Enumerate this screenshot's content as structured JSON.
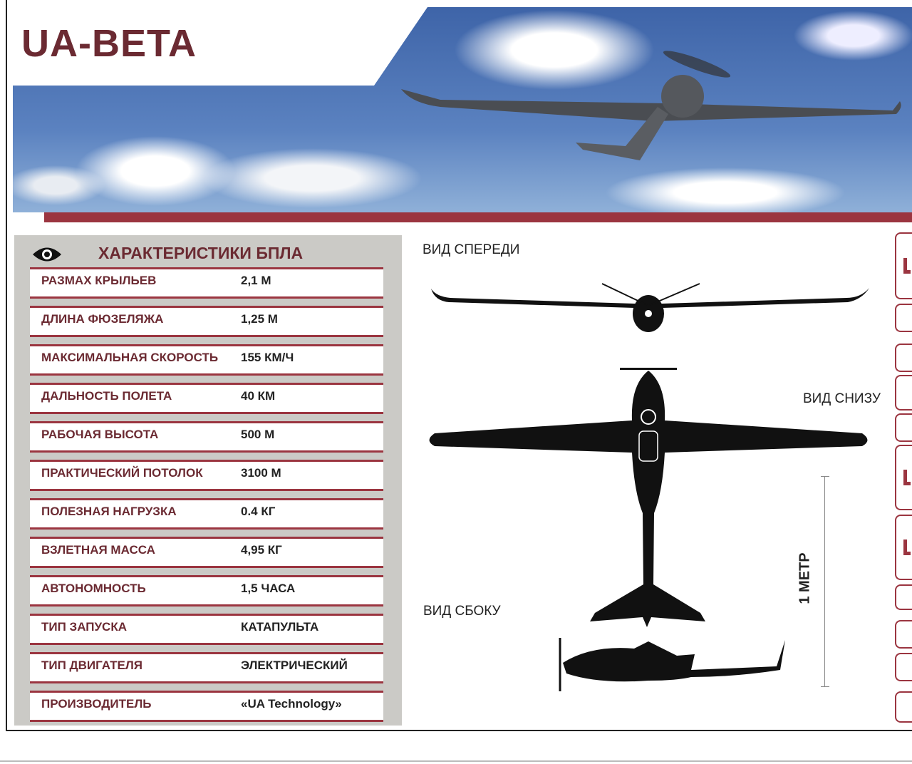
{
  "title": "UA-BETA",
  "specs": {
    "header": "ХАРАКТЕРИСТИКИ БПЛА",
    "rows": [
      {
        "k": "РАЗМАХ КРЫЛЬЕВ",
        "v": "2,1 М"
      },
      {
        "k": "ДЛИНА ФЮЗЕЛЯЖА",
        "v": "1,25 М"
      },
      {
        "k": "МАКСИМАЛЬНАЯ СКОРОСТЬ",
        "v": "155 КМ/Ч"
      },
      {
        "k": "ДАЛЬНОСТЬ ПОЛЕТА",
        "v": "40 КМ"
      },
      {
        "k": "РАБОЧАЯ ВЫСОТА",
        "v": "500 М"
      },
      {
        "k": "ПРАКТИЧЕСКИЙ ПОТОЛОК",
        "v": "3100 М"
      },
      {
        "k": "ПОЛЕЗНАЯ НАГРУЗКА",
        "v": "0.4 КГ"
      },
      {
        "k": "ВЗЛЕТНАЯ МАССА",
        "v": "4,95 КГ"
      },
      {
        "k": "АВТОНОМНОСТЬ",
        "v": "1,5 ЧАСА"
      },
      {
        "k": "ТИП ЗАПУСКА",
        "v": "КАТАПУЛЬТА"
      },
      {
        "k": "ТИП ДВИГАТЕЛЯ",
        "v": "ЭЛЕКТРИЧЕСКИЙ"
      },
      {
        "k": "ПРОИЗВОДИТЕЛЬ",
        "v": "«UA Technology»"
      }
    ]
  },
  "views": {
    "front": "ВИД СПЕРЕДИ",
    "bottom": "ВИД СНИЗУ",
    "side": "ВИД СБОКУ",
    "scale": "1 МЕТР"
  },
  "colors": {
    "accent": "#9b3540",
    "title": "#6b2a32",
    "panel": "#cbcac6"
  }
}
